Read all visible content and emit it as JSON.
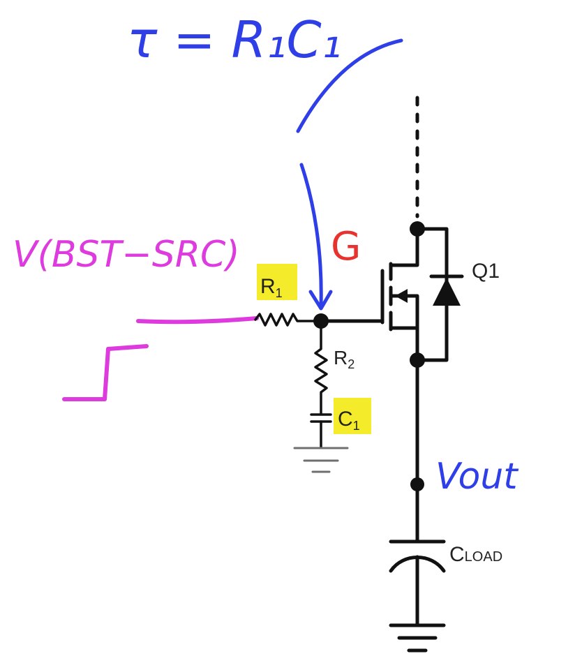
{
  "annotations": {
    "tau_equation": "τ = R₁C₁",
    "gate_label": "G",
    "drive_label": "V(BST−SRC)",
    "vout_label": "Vout"
  },
  "components": {
    "r1": {
      "label": "R",
      "sub": "1"
    },
    "r2": {
      "label": "R",
      "sub": "2"
    },
    "c1": {
      "label": "C",
      "sub": "1"
    },
    "q1": {
      "label": "Q1"
    },
    "cload": {
      "label": "C",
      "sub": "LOAD"
    }
  },
  "colors": {
    "annotation_blue": "#2f3fe8",
    "annotation_pink": "#dd3bdd",
    "annotation_red": "#e8322f",
    "highlight_yellow": "#f4ec2a",
    "wire": "#111111"
  }
}
